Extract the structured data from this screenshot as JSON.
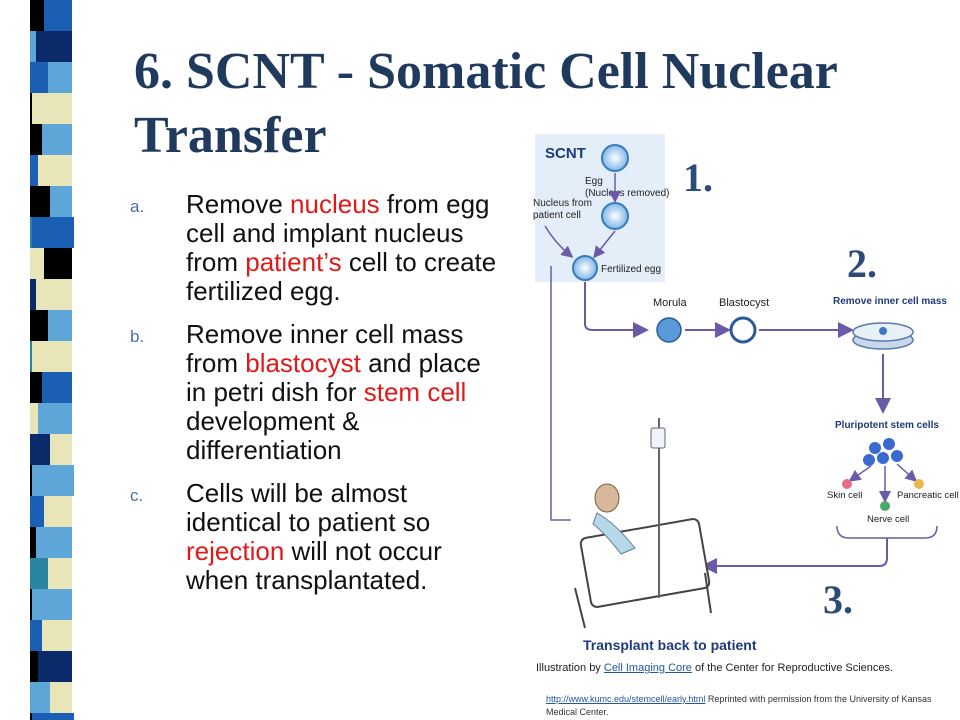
{
  "slide": {
    "title": "6. SCNT - Somatic Cell Nuclear Transfer",
    "bullets": [
      {
        "marker": "a.",
        "segments": [
          {
            "text": "Remove ",
            "hl": false
          },
          {
            "text": "nucleus",
            "hl": true
          },
          {
            "text": " from egg cell and implant nucleus from ",
            "hl": false
          },
          {
            "text": "patient’s",
            "hl": true
          },
          {
            "text": " cell to create fertilized egg.",
            "hl": false
          }
        ]
      },
      {
        "marker": "b.",
        "segments": [
          {
            "text": "Remove inner cell mass from ",
            "hl": false
          },
          {
            "text": "blastocyst",
            "hl": true
          },
          {
            "text": " and place in petri dish for ",
            "hl": false
          },
          {
            "text": "stem cell",
            "hl": true
          },
          {
            "text": " development & differentiation",
            "hl": false
          }
        ]
      },
      {
        "marker": "c.",
        "segments": [
          {
            "text": "Cells will be almost identical to patient so ",
            "hl": false
          },
          {
            "text": "rejection",
            "hl": true
          },
          {
            "text": " will not occur when transplantated.",
            "hl": false
          }
        ]
      }
    ]
  },
  "diagram": {
    "scnt_label": "SCNT",
    "egg_label": "Egg",
    "egg_sub": "(Nucleus removed)",
    "nucleus_label_1": "Nucleus from",
    "nucleus_label_2": "patient cell",
    "fertilized_label": "Fertilized egg",
    "morula_label": "Morula",
    "blastocyst_label": "Blastocyst",
    "remove_icm_label": "Remove inner cell mass",
    "pluripotent_label": "Pluripotent stem cells",
    "skin_label": "Skin cell",
    "pancreatic_label": "Pancreatic cell",
    "nerve_label": "Nerve cell",
    "transplant_label": "Transplant back to patient",
    "step_1": "1.",
    "step_2": "2.",
    "step_3": "3."
  },
  "credit": {
    "prefix": "Illustration by ",
    "link": "Cell Imaging Core",
    "suffix": " of the Center for Reproductive Sciences."
  },
  "source": {
    "url": "http://www.kumc.edu/stemcell/early.html",
    "text": " Reprinted with permission from the University of Kansas Medical Center."
  },
  "colors": {
    "title": "#1f3a5c",
    "highlight": "#e01a1a",
    "diagram_arrow": "#6a5aa8",
    "stripe_palette": [
      "#000000",
      "#1a5fb4",
      "#5ea6d8",
      "#e8e6b8",
      "#2a86a0",
      "#0a2a6a",
      "#ffffff"
    ]
  }
}
